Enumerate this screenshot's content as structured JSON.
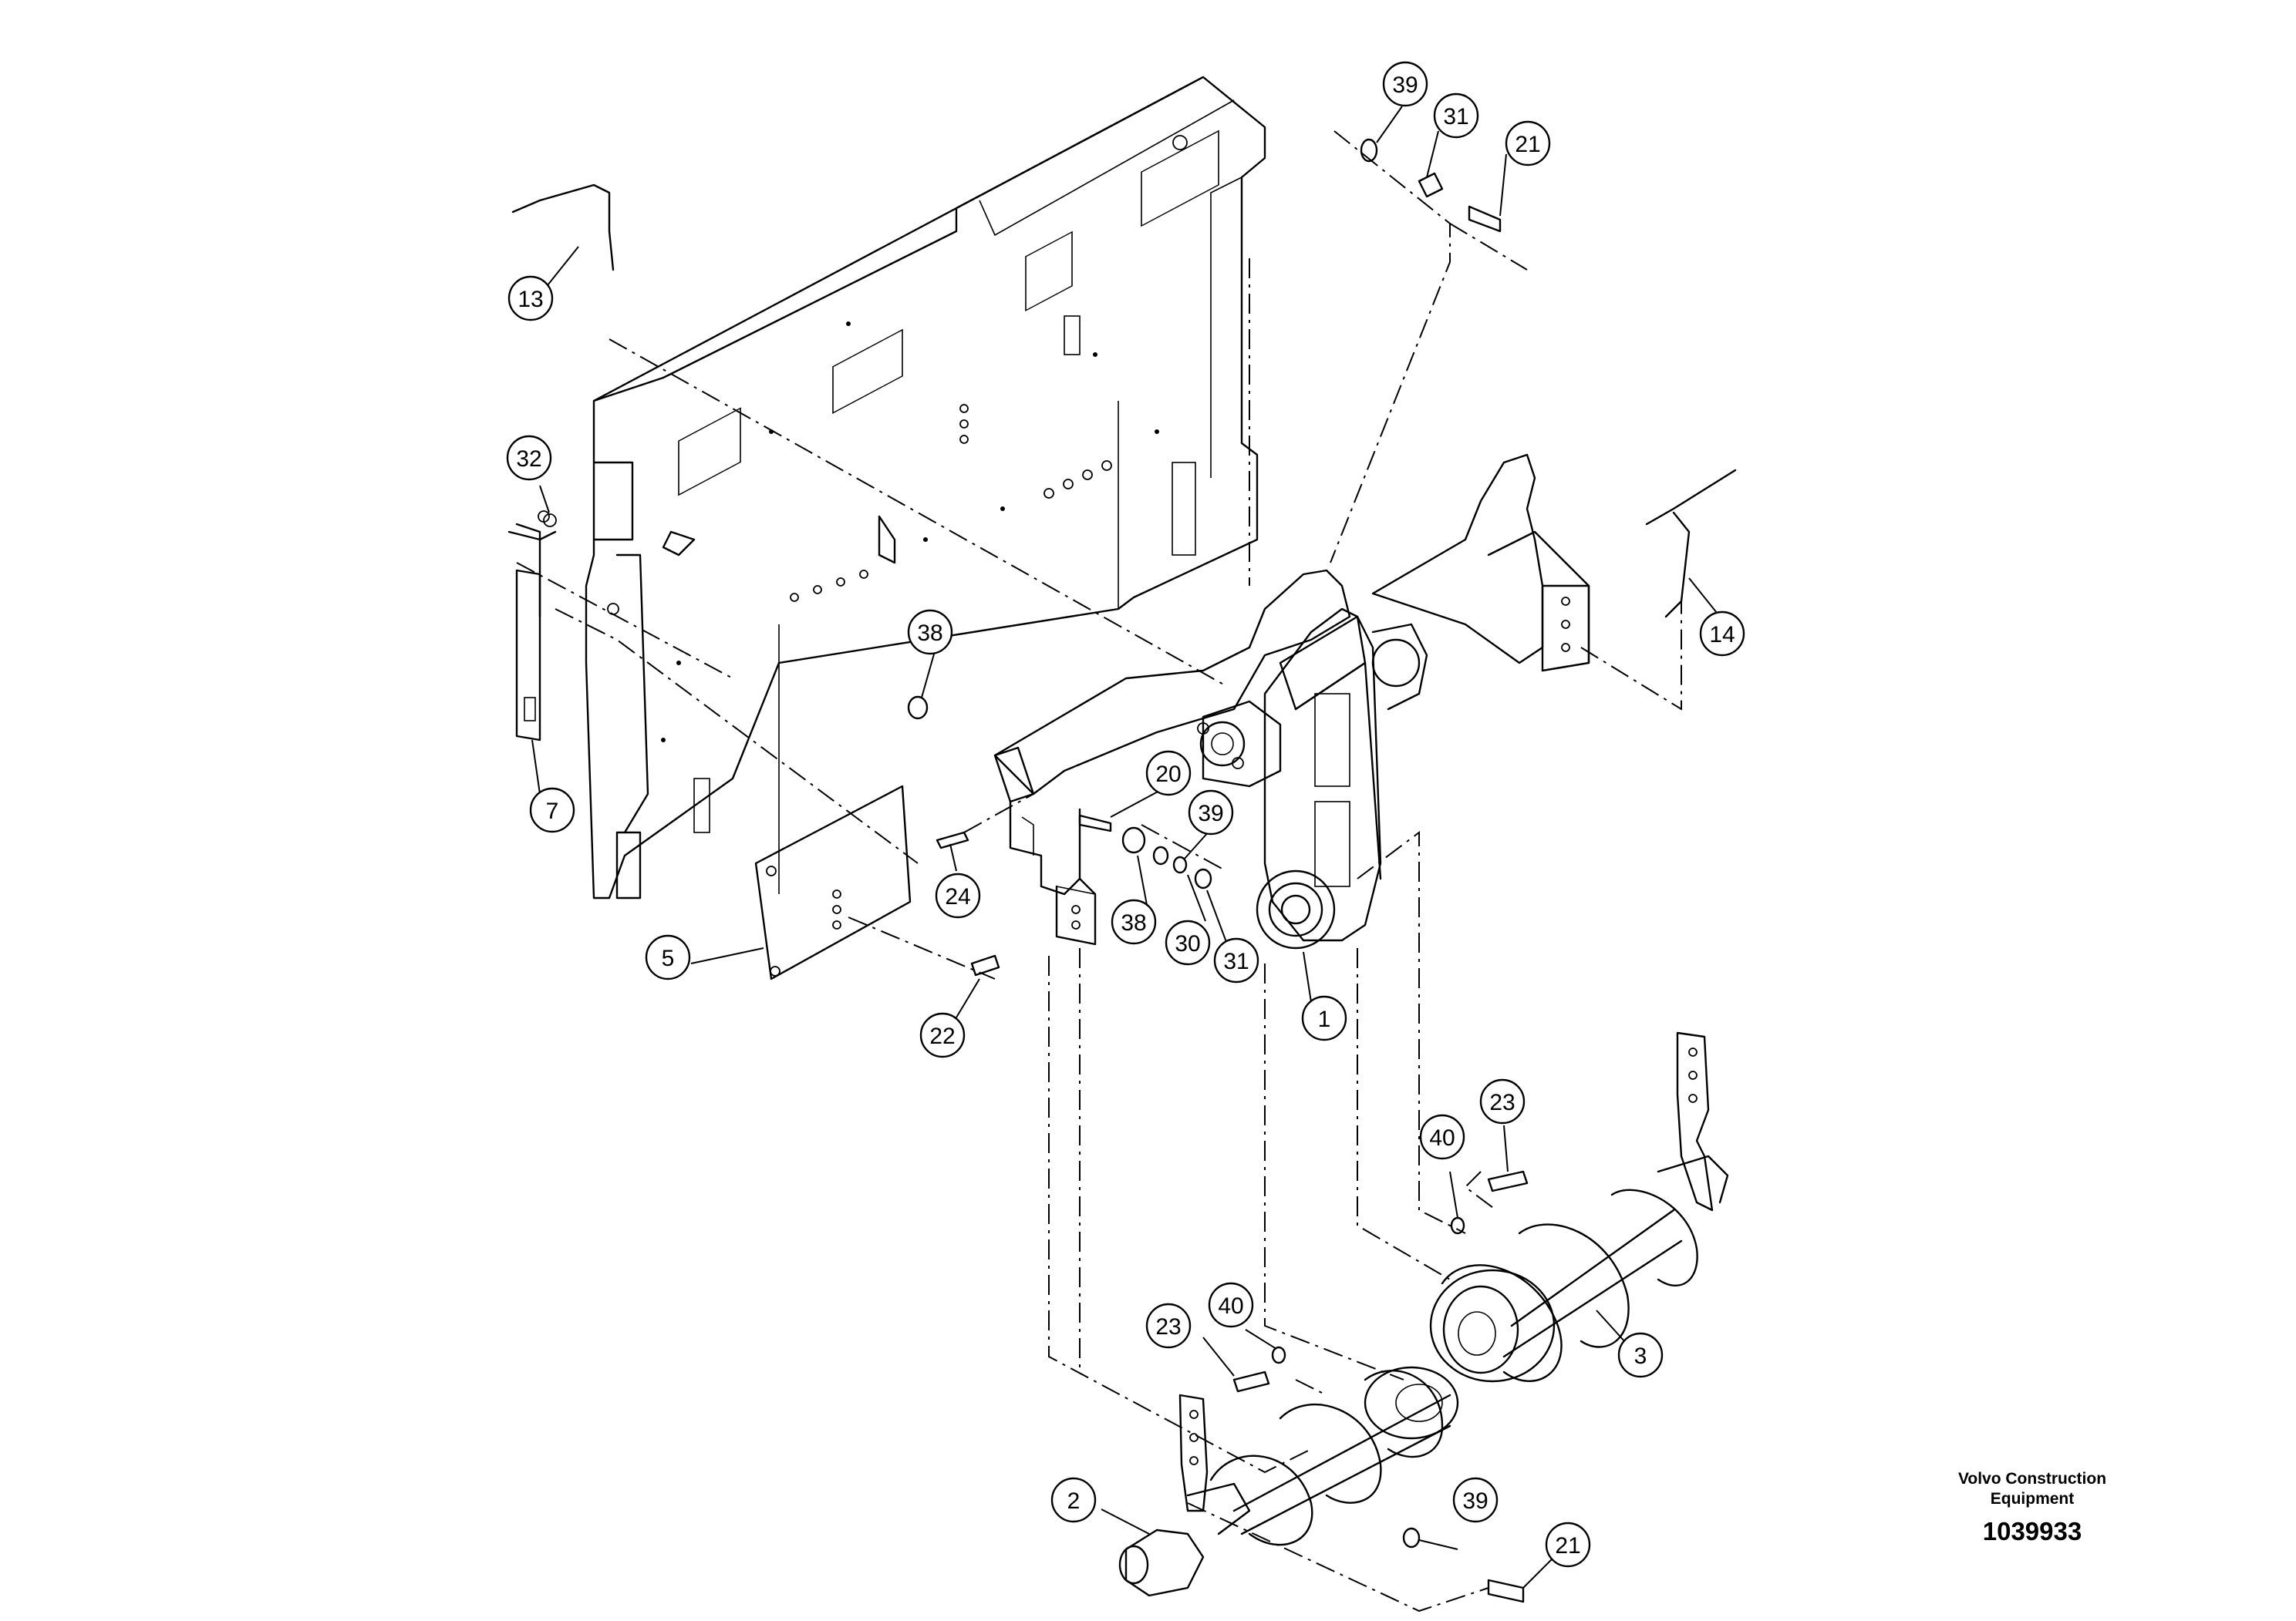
{
  "callouts": [
    {
      "label": "1"
    },
    {
      "label": "2"
    },
    {
      "label": "3"
    },
    {
      "label": "5"
    },
    {
      "label": "7"
    },
    {
      "label": "13"
    },
    {
      "label": "14"
    },
    {
      "label": "20"
    },
    {
      "label": "21"
    },
    {
      "label": "21"
    },
    {
      "label": "22"
    },
    {
      "label": "23"
    },
    {
      "label": "23"
    },
    {
      "label": "24"
    },
    {
      "label": "30"
    },
    {
      "label": "31"
    },
    {
      "label": "31"
    },
    {
      "label": "32"
    },
    {
      "label": "38"
    },
    {
      "label": "38"
    },
    {
      "label": "39"
    },
    {
      "label": "39"
    },
    {
      "label": "39"
    },
    {
      "label": "40"
    },
    {
      "label": "40"
    }
  ],
  "legend": {
    "manufacturer": "Volvo Construction Equipment",
    "drawing_number": "1039933"
  }
}
